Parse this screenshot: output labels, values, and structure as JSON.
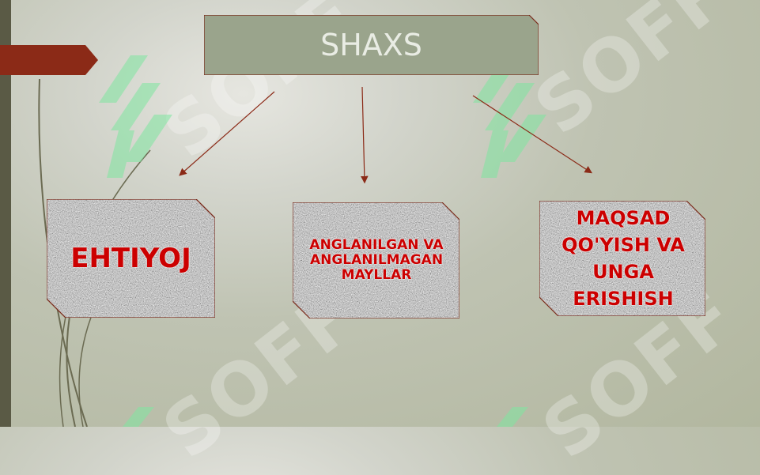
{
  "colors": {
    "background": "#b9bda8",
    "stripe": "#5a5a45",
    "red_accent": "#8b2a17",
    "title_fill": "#9aa48c",
    "box_stroke": "#7a2a1a",
    "box_text": "#cc0000",
    "watermark": "#ffffff",
    "watermark_logo": "#7fe6a0"
  },
  "diagram": {
    "title": "SHAXS",
    "boxes": [
      {
        "label": "EHTIYOJ"
      },
      {
        "label": "ANGLANILGAN VA ANGLANILMAGAN MAYLLAR"
      },
      {
        "label": "MAQSAD QO'YISH VA UNGA ERISHISH"
      }
    ]
  },
  "watermark": {
    "text": "SOFF"
  }
}
